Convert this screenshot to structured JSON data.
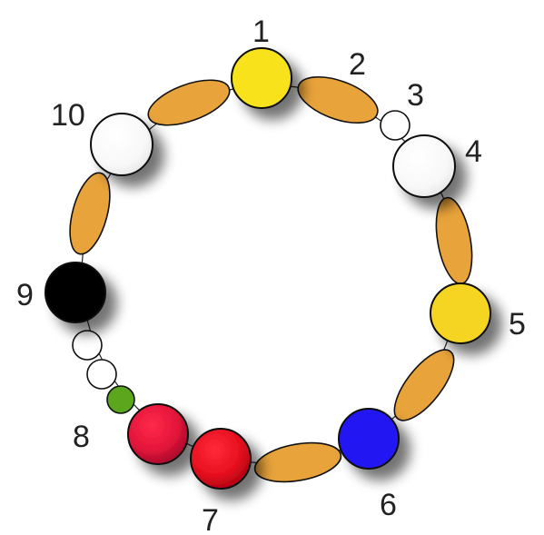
{
  "diagram": {
    "labels": [
      "1",
      "2",
      "3",
      "4",
      "5",
      "6",
      "7",
      "8",
      "9",
      "10"
    ],
    "beads": [
      {
        "id": "bead-1",
        "label": "1",
        "kind": "circle",
        "color": "#F7E21B"
      },
      {
        "id": "bead-2",
        "label": "2",
        "kind": "oval",
        "color": "#E8A33A"
      },
      {
        "id": "bead-3",
        "label": "3",
        "kind": "circle",
        "color": "#FFFFFF"
      },
      {
        "id": "bead-4",
        "label": "4",
        "kind": "circle",
        "color": "#FFFFFF"
      },
      {
        "id": "bead-5",
        "label": "5",
        "kind": "circle",
        "color": "#F5D422"
      },
      {
        "id": "bead-6",
        "label": "6",
        "kind": "circle",
        "color": "#2416F2"
      },
      {
        "id": "bead-7",
        "label": "7",
        "kind": "circle",
        "color": "#E8101F"
      },
      {
        "id": "bead-8",
        "label": "8",
        "kind": "circle",
        "color": "#E3153A"
      },
      {
        "id": "bead-9",
        "label": "9",
        "kind": "circle",
        "color": "#000000"
      },
      {
        "id": "bead-10",
        "label": "10",
        "kind": "circle",
        "color": "#FFFFFF"
      }
    ],
    "colors": {
      "connector": "#E8A33A",
      "small_bead": "#FFFFFF",
      "green_bead": "#5BA61C",
      "outline": "#111111"
    }
  }
}
